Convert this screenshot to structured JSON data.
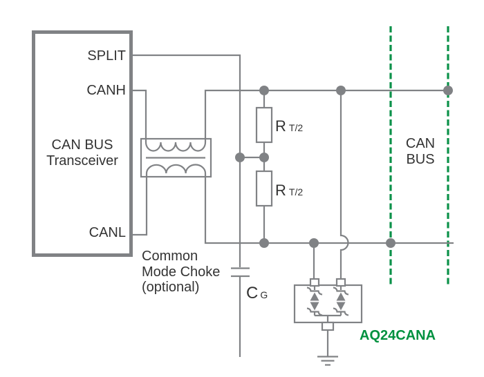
{
  "colors": {
    "wire": "#808285",
    "text": "#333333",
    "green_dash": "#0b9149",
    "green_text": "#00913f",
    "bg": "#ffffff"
  },
  "transceiver": {
    "name_line1": "CAN BUS",
    "name_line2": "Transceiver",
    "pin_split": "SPLIT",
    "pin_canh": "CANH",
    "pin_canl": "CANL"
  },
  "choke": {
    "line1": "Common",
    "line2": "Mode Choke",
    "line3": "(optional)"
  },
  "termination": {
    "r1_symbol": "R",
    "r1_subscript": "T/2",
    "r2_symbol": "R",
    "r2_subscript": "T/2",
    "cap_symbol": "C",
    "cap_subscript": "G"
  },
  "bus": {
    "line1": "CAN",
    "line2": "BUS"
  },
  "protection": {
    "part_number": "AQ24CANA"
  }
}
